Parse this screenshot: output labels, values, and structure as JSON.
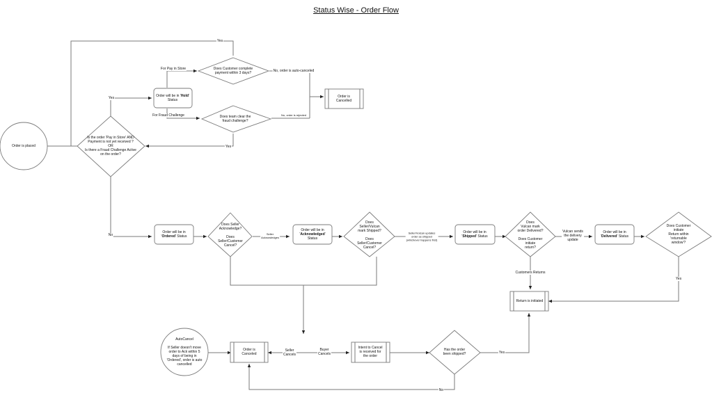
{
  "title": "Status Wise - Order Flow",
  "nodes": {
    "order_placed": "Order is placed",
    "hold_question": "Is the order 'Pay in Store' AND Payment is not yet received ?\nOR\nIs there a Fraud Challenge Active on the order?",
    "hold_status_pre": "Order will be in '",
    "hold_status_bold": "Hold",
    "hold_status_post": "'\nStatus",
    "payment_question": "Does  Customer complete\npayment within 3 days?",
    "fraud_question": "Does team clear the\nfraud challenge?",
    "order_cancelled": "Order is\nCancelled",
    "ordered_pre": "Order will be in\n'",
    "ordered_bold": "Ordered",
    "ordered_post": "' Status",
    "ack_question": "Does Seller\nAcknowledge?\n\nDoes\nSeller/Customer\nCancel?",
    "ack_pre": "Order will be in\n'",
    "ack_bold": "Acknowledged",
    "ack_post": "'\nStatus",
    "ship_question": "Does\nSeller/Vulcan\nmark Shipped?\n\nDoes\nSeller/Customer\nCancel?",
    "shipped_pre": "Order will be in\n'",
    "shipped_bold": "Shipped",
    "shipped_post": "' Status",
    "deliver_question": "Does\nVulcan mark\norder Delivered?\n\nDoes Customer\ninitiate\nreturn?",
    "delivered_pre": "Order will be in\n'",
    "delivered_bold": "Delivered",
    "delivered_post": "' Status",
    "return_window_question": "Does Customer initiate\nReturn within 'returnable\nwindow'?",
    "return_initiated": "Return is initiated",
    "autocancel_note": "AutoCancel\n\nIf Seller doesn't move\norder to Ack within 5\ndays of being in\n'Ordered', order is auto\ncancelled",
    "order_canceled": "Order is\nCanceled",
    "intent_cancel": "Intent to Cancel\nis received for\nthe order",
    "shipped_question": "Has the order\nbeen shipped?"
  },
  "edges": {
    "yes_top": "Yes",
    "for_pay_in_store": "For Pay in Store",
    "no_auto_canceled": "No, order is auto-canceled",
    "yes_hold": "Yes",
    "for_fraud": "For Fraud Challenge",
    "no_rejected": "No, order is rejected",
    "yes_fraud_cleared": "Yes",
    "no_hold": "No",
    "seller_acknowledges": "Seller\nAcknowledges",
    "seller_updates_shipped": "Seller/Vulcan updates\norder as shipped\n(whichever happens first)",
    "vulcan_delivery": "Vulcan sends\nthe delivery\nupdate",
    "customers_returns": "Customers Returns",
    "yes_return_window": "Yes",
    "seller_cancels": "Seller\nCancels",
    "buyer_cancels": "Buyer\nCancels",
    "yes_shipped": "Yes",
    "no_shipped": "No"
  }
}
